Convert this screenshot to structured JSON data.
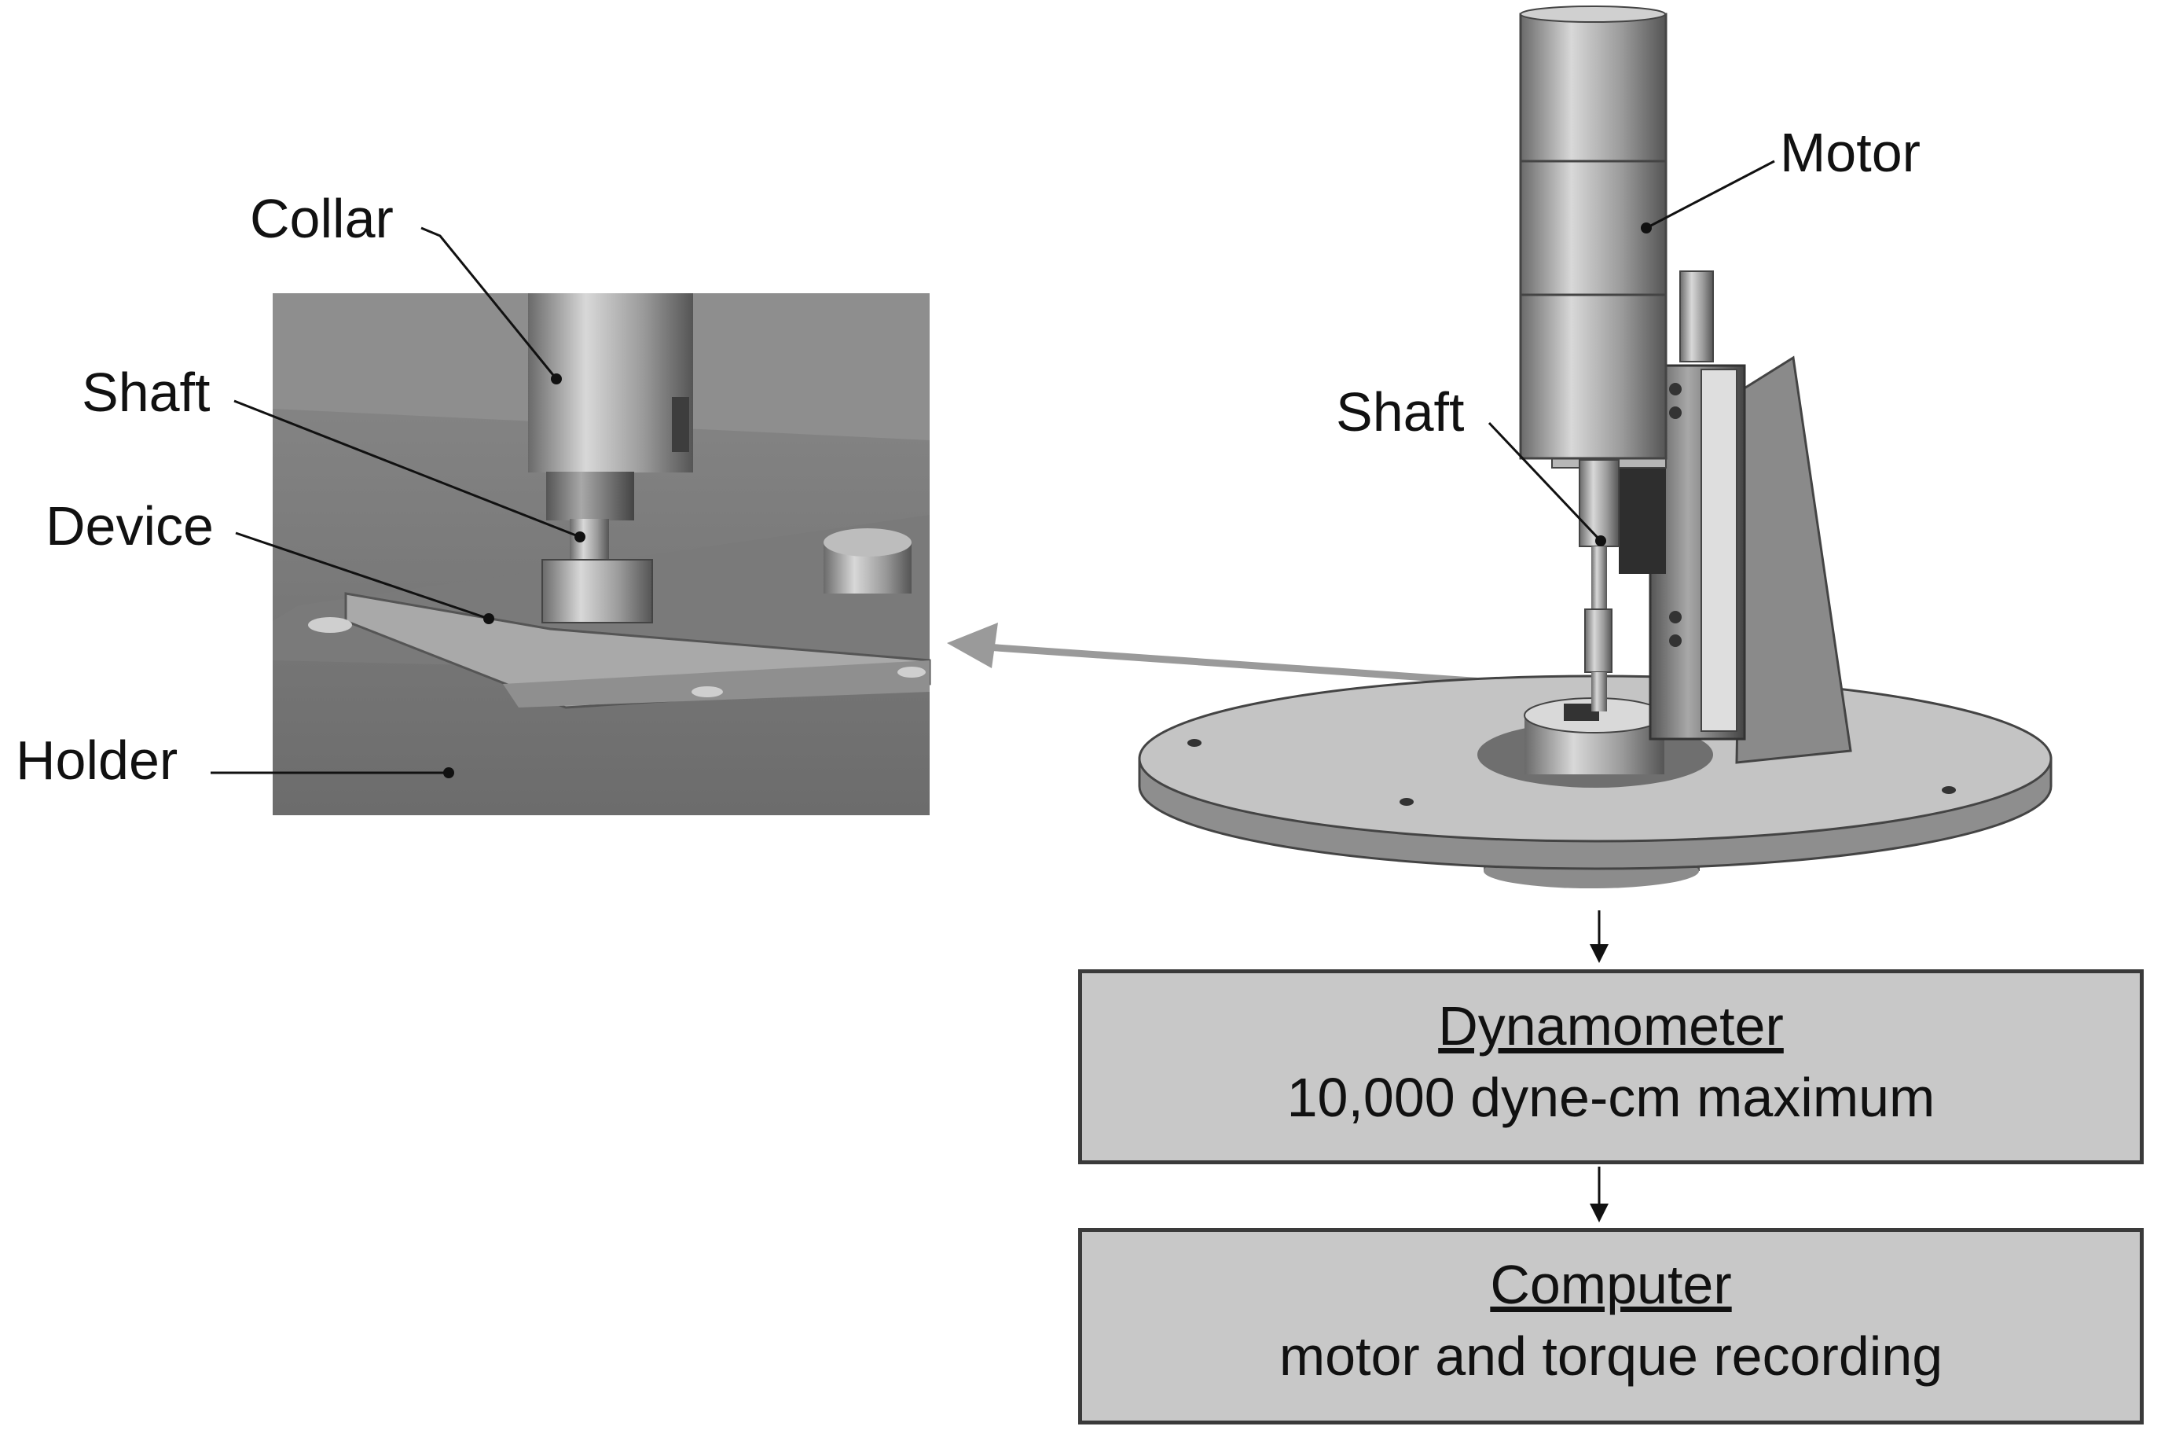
{
  "inset_labels": {
    "collar": "Collar",
    "shaft": "Shaft",
    "device": "Device",
    "holder": "Holder"
  },
  "apparatus_labels": {
    "motor": "Motor",
    "shaft": "Shaft"
  },
  "boxes": {
    "dynamometer": {
      "title": "Dynamometer",
      "subtitle": "10,000 dyne-cm maximum"
    },
    "computer": {
      "title": "Computer",
      "subtitle": "motor and torque recording"
    }
  },
  "colors": {
    "inset_background": "#777777",
    "box_fill": "#c8c8c8",
    "arrow": "#9a9a9a"
  }
}
